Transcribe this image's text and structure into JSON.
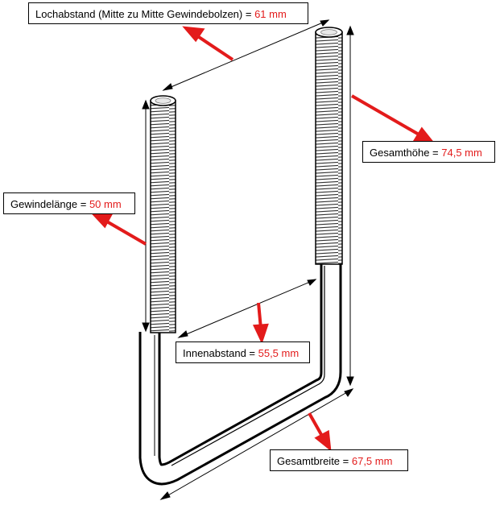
{
  "colors": {
    "accent_red": "#e31b1b",
    "line": "#000000",
    "background": "#ffffff"
  },
  "labels": {
    "lochabstand": {
      "text": "Lochabstand (Mitte zu Mitte Gewindebolzen) = ",
      "value": "61 mm"
    },
    "gesamthoehe": {
      "text": "Gesamthöhe = ",
      "value": "74,5 mm"
    },
    "gewindelaenge": {
      "text": "Gewindelänge = ",
      "value": "50 mm"
    },
    "innenabstand": {
      "text": "Innenabstand = ",
      "value": "55,5 mm"
    },
    "gesamtbreite": {
      "text": "Gesamtbreite = ",
      "value": "67,5 mm"
    }
  }
}
